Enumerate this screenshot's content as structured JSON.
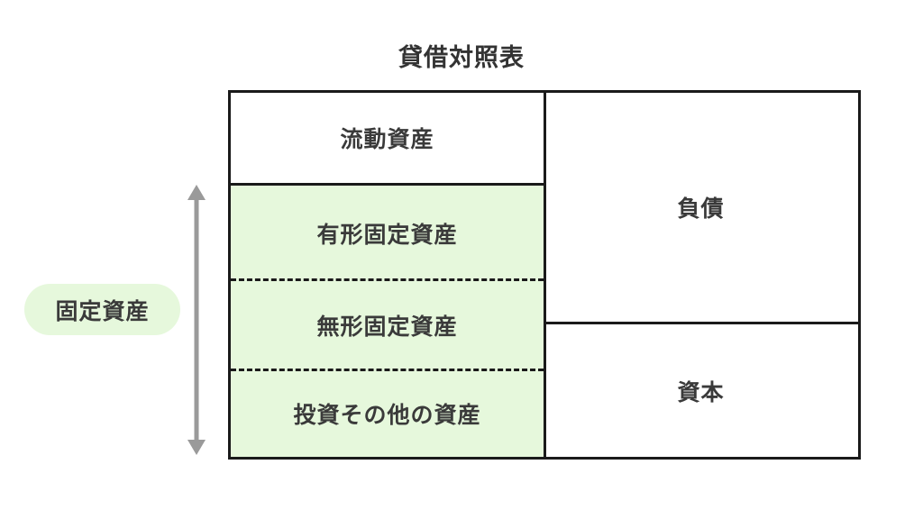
{
  "title": "貸借対照表",
  "colors": {
    "fixed_asset_fill": "#E6F8DC",
    "border": "#1A1A1A",
    "text": "#3A3A3A",
    "arrow": "#9A9A9A",
    "background": "#FFFFFF"
  },
  "table": {
    "assets_column": {
      "cells": [
        {
          "label": "流動資産",
          "fill": "none",
          "separator_below": "solid"
        },
        {
          "label": "有形固定資産",
          "fill": "green",
          "separator_below": "dashed"
        },
        {
          "label": "無形固定資産",
          "fill": "green",
          "separator_below": "dashed"
        },
        {
          "label": "投資その他の資産",
          "fill": "green",
          "separator_below": "none"
        }
      ]
    },
    "liabilities_column": {
      "cells": [
        {
          "label": "負債",
          "fill": "none",
          "separator_below": "solid"
        },
        {
          "label": "資本",
          "fill": "none",
          "separator_below": "none"
        }
      ]
    }
  },
  "annotation": {
    "pill_label": "固定資産",
    "arrow": {
      "name": "double-headed-vertical-arrow",
      "direction": "both",
      "spans_labels": [
        "有形固定資産",
        "無形固定資産",
        "投資その他の資産"
      ]
    }
  }
}
